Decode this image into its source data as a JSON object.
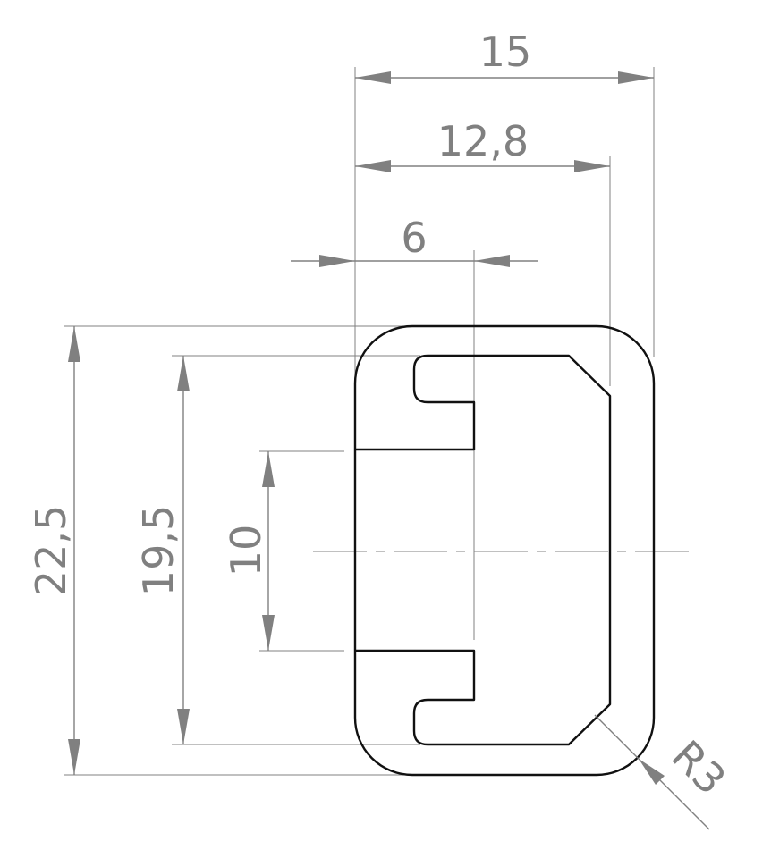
{
  "title": "Profile rail cross-section drawing",
  "dimensions": {
    "overall_width": "15",
    "inner_width": "12,8",
    "slot_depth": "6",
    "overall_height": "22,5",
    "inner_height": "19,5",
    "slot_opening": "10",
    "corner_radius": "R3"
  },
  "colors": {
    "dimension": "#808080",
    "profile": "#111111"
  }
}
